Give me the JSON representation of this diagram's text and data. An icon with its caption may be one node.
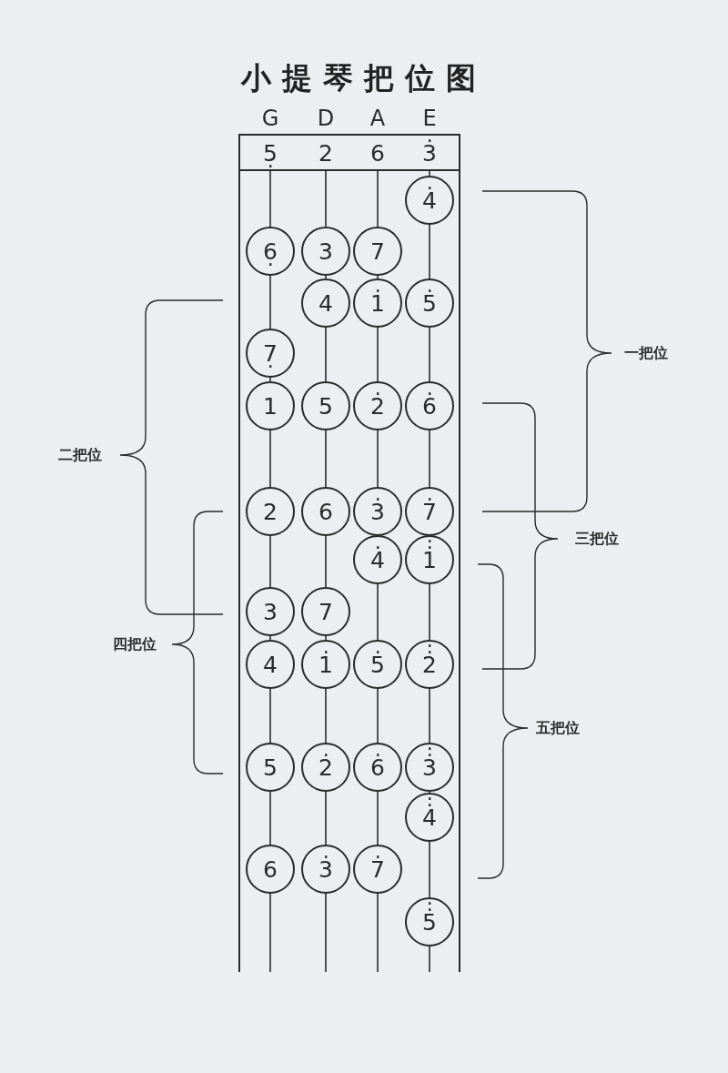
{
  "diagram": {
    "title": "小提琴把位图",
    "nodes": [
      {
        "text": [
          "5̣",
          "2",
          "6",
          "3̇"
        ]
      },
      {
        "text": [
          "4̇"
        ]
      },
      {
        "text": [
          "6̣"
        ]
      },
      {
        "text": [
          "3"
        ]
      },
      {
        "text": [
          "7"
        ]
      },
      {
        "text": [
          "4"
        ]
      },
      {
        "text": [
          "1̇"
        ]
      },
      {
        "text": [
          "5̇"
        ]
      },
      {
        "text": [
          "7̣"
        ]
      },
      {
        "text": [
          "1"
        ]
      },
      {
        "text": [
          "5"
        ]
      },
      {
        "text": [
          "2̇"
        ]
      },
      {
        "text": [
          "6̇"
        ]
      },
      {
        "text": [
          "2"
        ]
      },
      {
        "text": [
          "6"
        ]
      },
      {
        "text": [
          "3̇"
        ]
      },
      {
        "text": [
          "7̇"
        ]
      },
      {
        "text": [
          "4̇"
        ]
      },
      {
        "text": [
          "1̇̇"
        ]
      },
      {
        "text": [
          "3"
        ]
      },
      {
        "text": [
          "7"
        ]
      },
      {
        "text": [
          "4"
        ]
      },
      {
        "text": [
          "1̇"
        ]
      },
      {
        "text": [
          "5̇"
        ]
      },
      {
        "text": [
          "2̇̇"
        ]
      },
      {
        "text": [
          "5"
        ]
      },
      {
        "text": [
          "2̇"
        ]
      },
      {
        "text": [
          "6̇"
        ]
      },
      {
        "text": [
          "3̇̇"
        ]
      },
      {
        "text": [
          "4̇̇"
        ]
      },
      {
        "text": [
          "6"
        ]
      },
      {
        "text": [
          "3̇"
        ]
      },
      {
        "text": [
          "7̇"
        ]
      },
      {
        "text": [
          "5̇̇"
        ]
      }
    ],
    "labels": [
      "G",
      "D",
      "A",
      "E",
      "一把位",
      "二把位",
      "三把位",
      "四把位",
      "五把位"
    ]
  }
}
